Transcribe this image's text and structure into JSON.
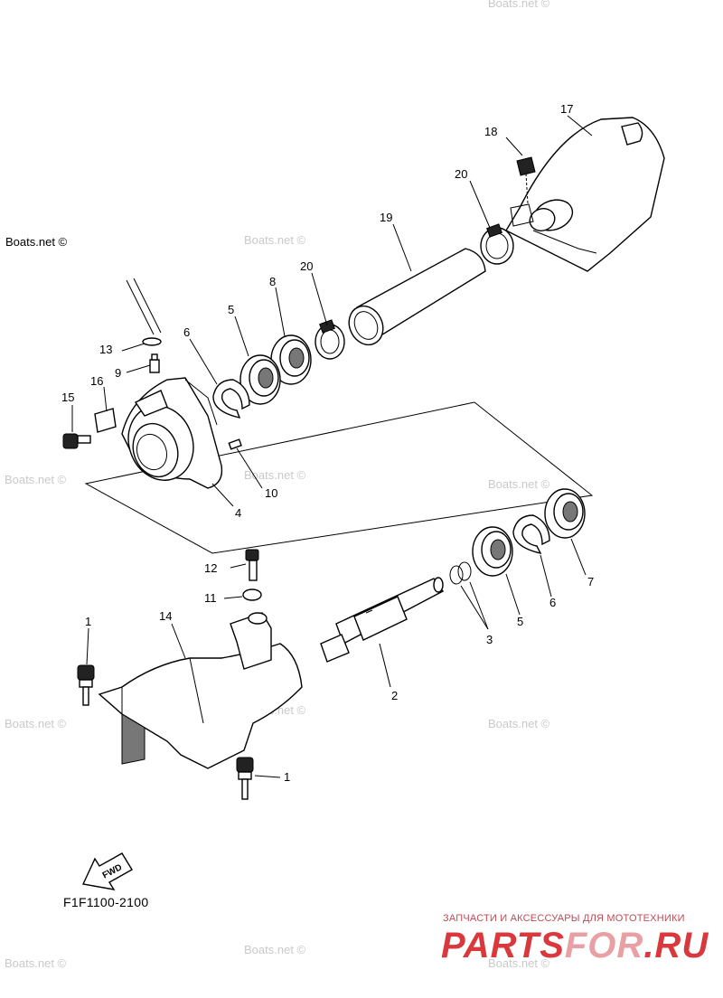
{
  "watermark": "Boats.net ©",
  "diagram_code": "F1F1100-2100",
  "brand": {
    "subtitle": "ЗАПЧАСТИ И АКСЕССУАРЫ ДЛЯ МОТОТЕХНИКИ",
    "name_a": "PARTS",
    "name_b": "FOR",
    "name_c": ".RU"
  },
  "fwd_label": "FWD",
  "callouts": {
    "c1a": "1",
    "c1b": "1",
    "c2": "2",
    "c3": "3",
    "c4": "4",
    "c5a": "5",
    "c5b": "5",
    "c6a": "6",
    "c6b": "6",
    "c7": "7",
    "c8": "8",
    "c9": "9",
    "c10": "10",
    "c11": "11",
    "c12": "12",
    "c13": "13",
    "c14": "14",
    "c15": "15",
    "c16": "16",
    "c17": "17",
    "c18": "18",
    "c19": "19",
    "c20a": "20",
    "c20b": "20"
  }
}
